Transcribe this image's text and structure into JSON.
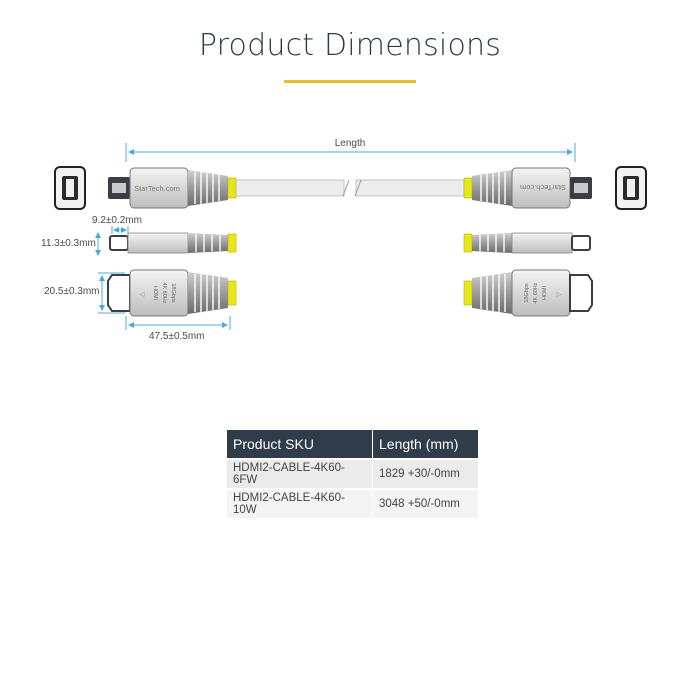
{
  "header": {
    "title": "Product Dimensions",
    "accent_color": "#e2c12c"
  },
  "diagram": {
    "brand_label": "StarTech.com",
    "connector_text": {
      "logo": "HDMI",
      "line1": "4K 60Hz",
      "line2": "18Gbps"
    },
    "dimensions": {
      "length": "Length",
      "tip_width": "9.2±0.2mm",
      "thickness": "11.3±0.3mm",
      "width": "20.5±0.3mm",
      "connector_length": "47.5±0.5mm"
    },
    "colors": {
      "accent_dimension": "#4aa8e0",
      "connector_collar": "#e6e619",
      "dark_body": "#3a3d44"
    }
  },
  "table": {
    "headers": [
      "Product SKU",
      "Length (mm)"
    ],
    "rows": [
      [
        "HDMI2-CABLE-4K60-6FW",
        "1829 +30/-0mm"
      ],
      [
        "HDMI2-CABLE-4K60-10W",
        "3048 +50/-0mm"
      ]
    ]
  }
}
